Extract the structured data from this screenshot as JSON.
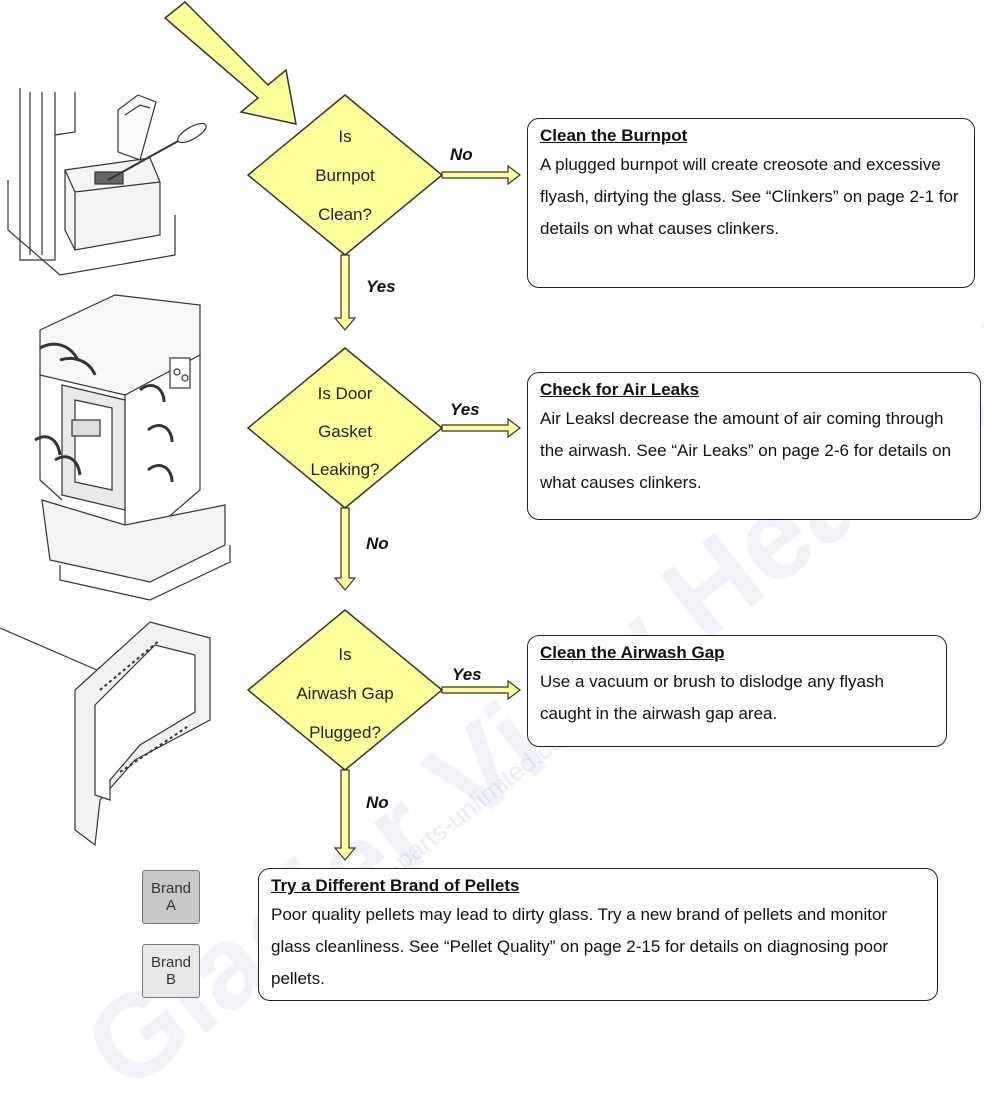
{
  "decisions": [
    {
      "lines": [
        "Is",
        "Burnpot",
        "Clean?"
      ]
    },
    {
      "lines": [
        "Is Door",
        "Gasket",
        "Leaking?"
      ]
    },
    {
      "lines": [
        "Is",
        "Airwash Gap",
        "Plugged?"
      ]
    }
  ],
  "edge_labels": {
    "burnpot_no": "No",
    "burnpot_yes": "Yes",
    "gasket_yes": "Yes",
    "gasket_no": "No",
    "airwash_yes": "Yes",
    "airwash_no": "No"
  },
  "actions": {
    "clean_burnpot": {
      "title": "Clean the Burnpot",
      "body": "A plugged burnpot will create creosote and excessive flyash, dirtying the glass.  See “Clinkers” on page 2-1 for details on what causes clinkers."
    },
    "air_leaks": {
      "title": "Check for Air Leaks",
      "body": "Air Leaksl decrease the amount of air coming through the airwash.  See “Air Leaks” on page 2-6 for details on what causes clinkers."
    },
    "airwash_gap": {
      "title": "Clean the Airwash Gap",
      "body": "Use a vacuum or brush to dislodge any flyash caught in the airwash gap area."
    },
    "pellets": {
      "title": "Try a Different Brand of Pellets",
      "body": "Poor quality pellets may lead to dirty glass.  Try a new brand of pellets and monitor glass cleanliness.  See “Pellet Quality” on page 2-15 for details on diagnosing poor pellets."
    }
  },
  "brand_bags": [
    {
      "lines": [
        "Brand",
        "A"
      ]
    },
    {
      "lines": [
        "Brand",
        "B"
      ]
    }
  ],
  "watermark": {
    "main": "Glacier View Hearth Products",
    "sub": "manuals.stove-parts-unlimited.com"
  },
  "colors": {
    "decision_fill": "#ffff99",
    "arrow_fill": "#ffff99",
    "outline": "#333333"
  }
}
